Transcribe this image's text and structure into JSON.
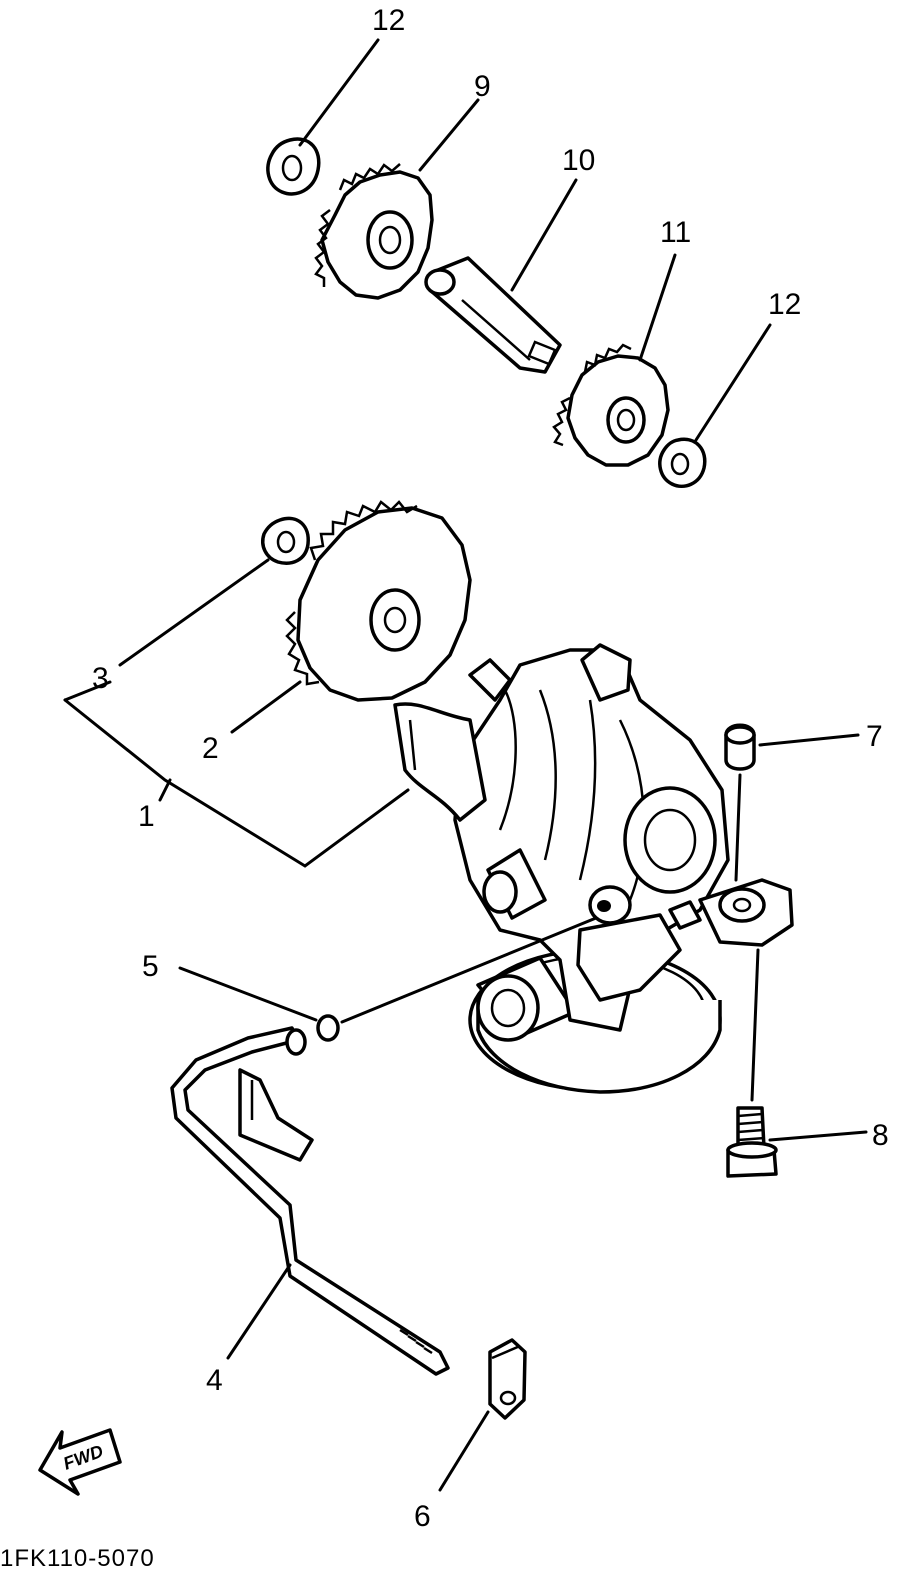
{
  "callouts": {
    "c1": "1",
    "c2": "2",
    "c3": "3",
    "c4": "4",
    "c5": "5",
    "c6": "6",
    "c7": "7",
    "c8": "8",
    "c9": "9",
    "c10": "10",
    "c11": "11",
    "c12_top": "12",
    "c12_right": "12"
  },
  "drawing_code": "1FK110-5070",
  "direction_arrow_label": "FWD",
  "icons": [
    "forward-arrow-icon"
  ]
}
